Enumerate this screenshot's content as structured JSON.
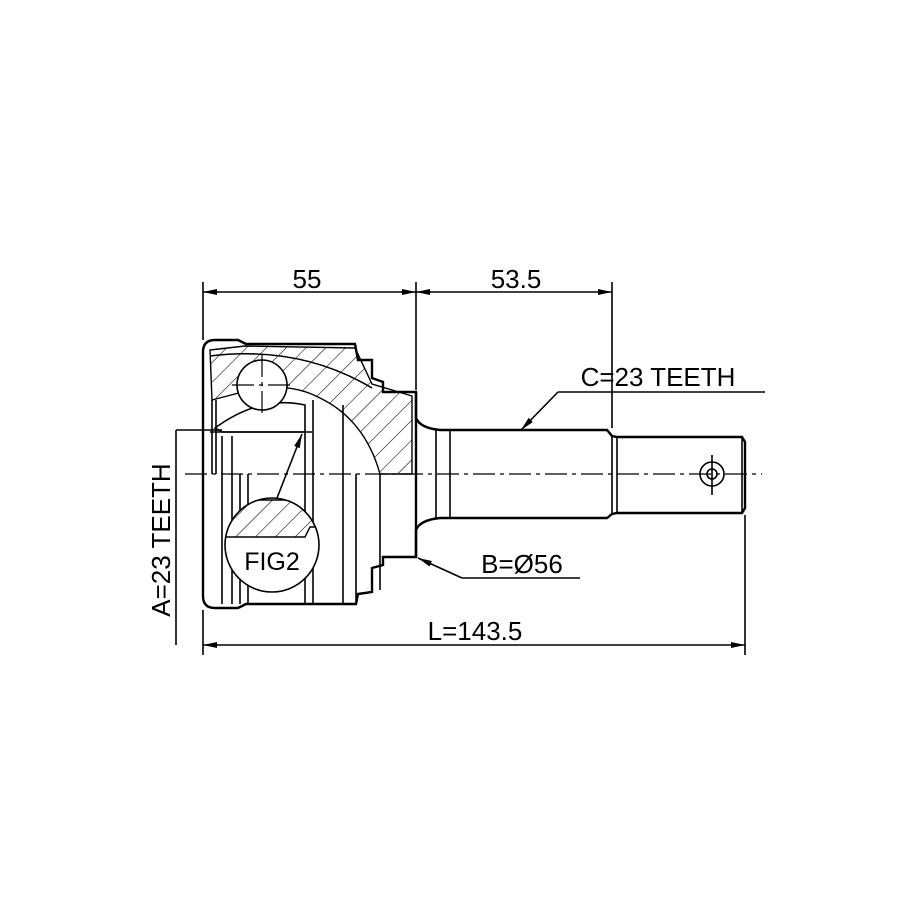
{
  "dimensions": {
    "housing_length": "55",
    "stub_length": "53.5",
    "total_length": "L=143.5",
    "inner_spline": "A=23 TEETH",
    "outer_spline": "C=23 TEETH",
    "abs_ring": "B=Ø56"
  },
  "detail_label": "FIG2",
  "colors": {
    "line": "#000000",
    "background": "#ffffff"
  }
}
